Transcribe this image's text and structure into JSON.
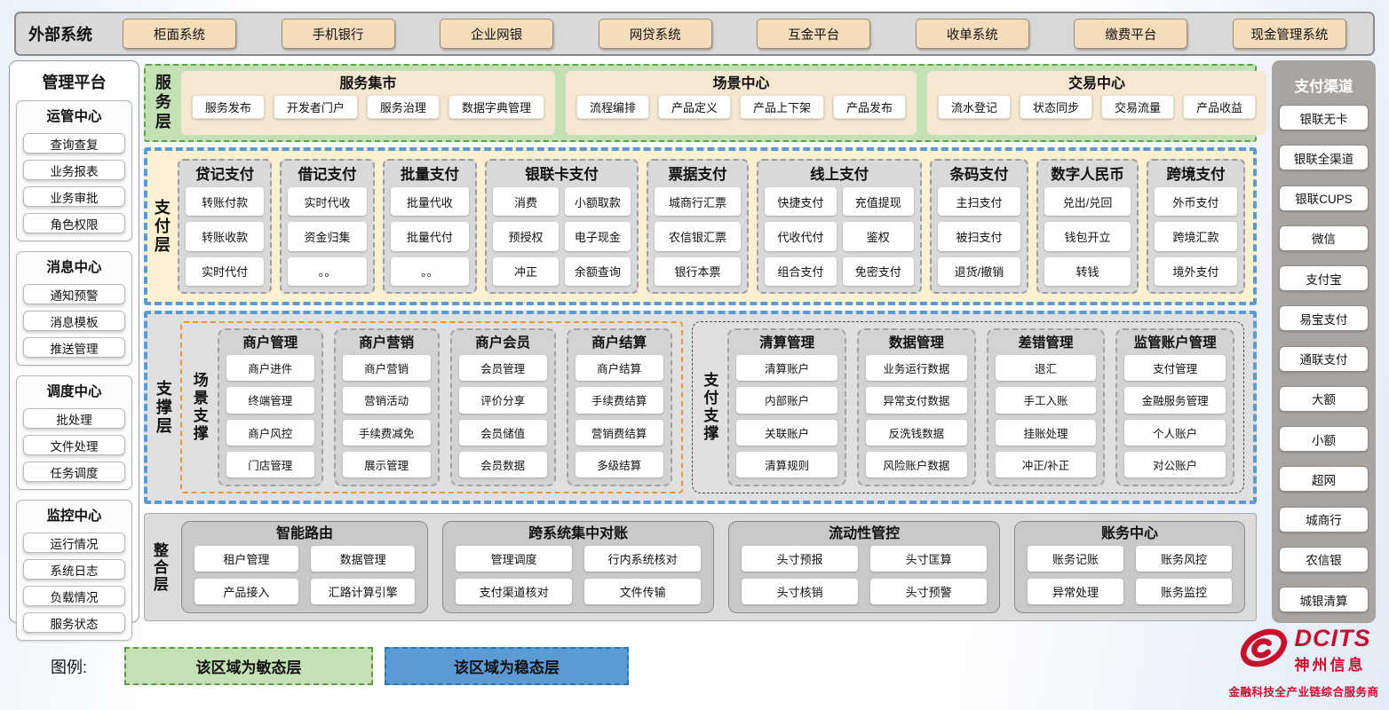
{
  "colors": {
    "stable_blue": "#5b9bd5",
    "agile_green": "#c5e0b4",
    "green_border": "#61a049",
    "tan_button": "#f5ddbb",
    "tan_panel": "#f5e7d2",
    "cream_payment": "#fbf0cf",
    "gray_panel": "#d9d9d9",
    "orange_border": "#e79a3c",
    "sidebar_gray": "#a7a4a1",
    "brand_red": "#c8102e"
  },
  "external": {
    "label": "外部系统",
    "systems": [
      "柜面系统",
      "手机银行",
      "企业网银",
      "网贷系统",
      "互金平台",
      "收单系统",
      "缴费平台",
      "现金管理系统"
    ]
  },
  "management": {
    "title": "管理平台",
    "groups": [
      {
        "title": "运管中心",
        "items": [
          "查询查复",
          "业务报表",
          "业务审批",
          "角色权限"
        ]
      },
      {
        "title": "消息中心",
        "items": [
          "通知预警",
          "消息模板",
          "推送管理"
        ]
      },
      {
        "title": "调度中心",
        "items": [
          "批处理",
          "文件处理",
          "任务调度"
        ]
      },
      {
        "title": "监控中心",
        "items": [
          "运行情况",
          "系统日志",
          "负载情况",
          "服务状态"
        ]
      }
    ]
  },
  "service_layer": {
    "label": "服务层",
    "panels": [
      {
        "title": "服务集市",
        "items": [
          "服务发布",
          "开发者门户",
          "服务治理",
          "数据字典管理"
        ]
      },
      {
        "title": "场景中心",
        "items": [
          "流程编排",
          "产品定义",
          "产品上下架",
          "产品发布"
        ]
      },
      {
        "title": "交易中心",
        "items": [
          "流水登记",
          "状态同步",
          "交易流量",
          "产品收益"
        ]
      }
    ]
  },
  "payment_layer": {
    "label": "支付层",
    "columns": [
      {
        "title": "贷记支付",
        "items": [
          "转账付款",
          "转账收款",
          "实时代付"
        ]
      },
      {
        "title": "借记支付",
        "items": [
          "实时代收",
          "资金归集",
          "。。"
        ]
      },
      {
        "title": "批量支付",
        "items": [
          "批量代收",
          "批量代付",
          "。。"
        ]
      },
      {
        "title": "银联卡支付",
        "items": [
          "消费",
          "小额取款",
          "预授权",
          "电子现金",
          "冲正",
          "余额查询"
        ]
      },
      {
        "title": "票据支付",
        "items": [
          "城商行汇票",
          "农信银汇票",
          "银行本票"
        ]
      },
      {
        "title": "线上支付",
        "items": [
          "快捷支付",
          "充值提现",
          "代收代付",
          "鉴权",
          "组合支付",
          "免密支付"
        ]
      },
      {
        "title": "条码支付",
        "items": [
          "主扫支付",
          "被扫支付",
          "退货/撤销"
        ]
      },
      {
        "title": "数字人民币",
        "items": [
          "兑出/兑回",
          "钱包开立",
          "转钱"
        ]
      },
      {
        "title": "跨境支付",
        "items": [
          "外币支付",
          "跨境汇款",
          "境外支付"
        ]
      }
    ]
  },
  "support_layer": {
    "label": "支撑层",
    "groups": [
      {
        "label": "场景支撑",
        "columns": [
          {
            "title": "商户管理",
            "items": [
              "商户进件",
              "终端管理",
              "商户风控",
              "门店管理"
            ]
          },
          {
            "title": "商户营销",
            "items": [
              "商户营销",
              "营销活动",
              "手续费减免",
              "展示管理"
            ]
          },
          {
            "title": "商户会员",
            "items": [
              "会员管理",
              "评价分享",
              "会员储值",
              "会员数据"
            ]
          },
          {
            "title": "商户结算",
            "items": [
              "商户结算",
              "手续费结算",
              "营销费结算",
              "多级结算"
            ]
          }
        ]
      },
      {
        "label": "支付支撑",
        "columns": [
          {
            "title": "清算管理",
            "items": [
              "清算账户",
              "内部账户",
              "关联账户",
              "清算规则"
            ]
          },
          {
            "title": "数据管理",
            "items": [
              "业务运行数据",
              "异常支付数据",
              "反洗钱数据",
              "风险账户数据"
            ]
          },
          {
            "title": "差错管理",
            "items": [
              "退汇",
              "手工入账",
              "挂账处理",
              "冲正/补正"
            ]
          },
          {
            "title": "监管账户管理",
            "items": [
              "支付管理",
              "金融服务管理",
              "个人账户",
              "对公账户"
            ]
          }
        ]
      }
    ]
  },
  "integration_layer": {
    "label": "整合层",
    "panels": [
      {
        "title": "智能路由",
        "items": [
          "租户管理",
          "数据管理",
          "产品接入",
          "汇路计算引擎"
        ]
      },
      {
        "title": "跨系统集中对账",
        "items": [
          "管理调度",
          "行内系统核对",
          "支付渠道核对",
          "文件传输"
        ]
      },
      {
        "title": "流动性管控",
        "items": [
          "头寸预报",
          "头寸匡算",
          "头寸核销",
          "头寸预警"
        ]
      },
      {
        "title": "账务中心",
        "items": [
          "账务记账",
          "账务风控",
          "异常处理",
          "账务监控"
        ]
      }
    ]
  },
  "channels": {
    "title": "支付渠道",
    "items": [
      "银联无卡",
      "银联全渠道",
      "银联CUPS",
      "微信",
      "支付宝",
      "易宝支付",
      "通联支付",
      "大额",
      "小额",
      "超网",
      "城商行",
      "农信银",
      "城银清算"
    ]
  },
  "legend": {
    "label": "图例:",
    "agile": "该区域为敏态层",
    "stable": "该区域为稳态层"
  },
  "logo": {
    "name": "DCITS",
    "company": "神州信息",
    "tagline": "金融科技全产业链综合服务商"
  }
}
